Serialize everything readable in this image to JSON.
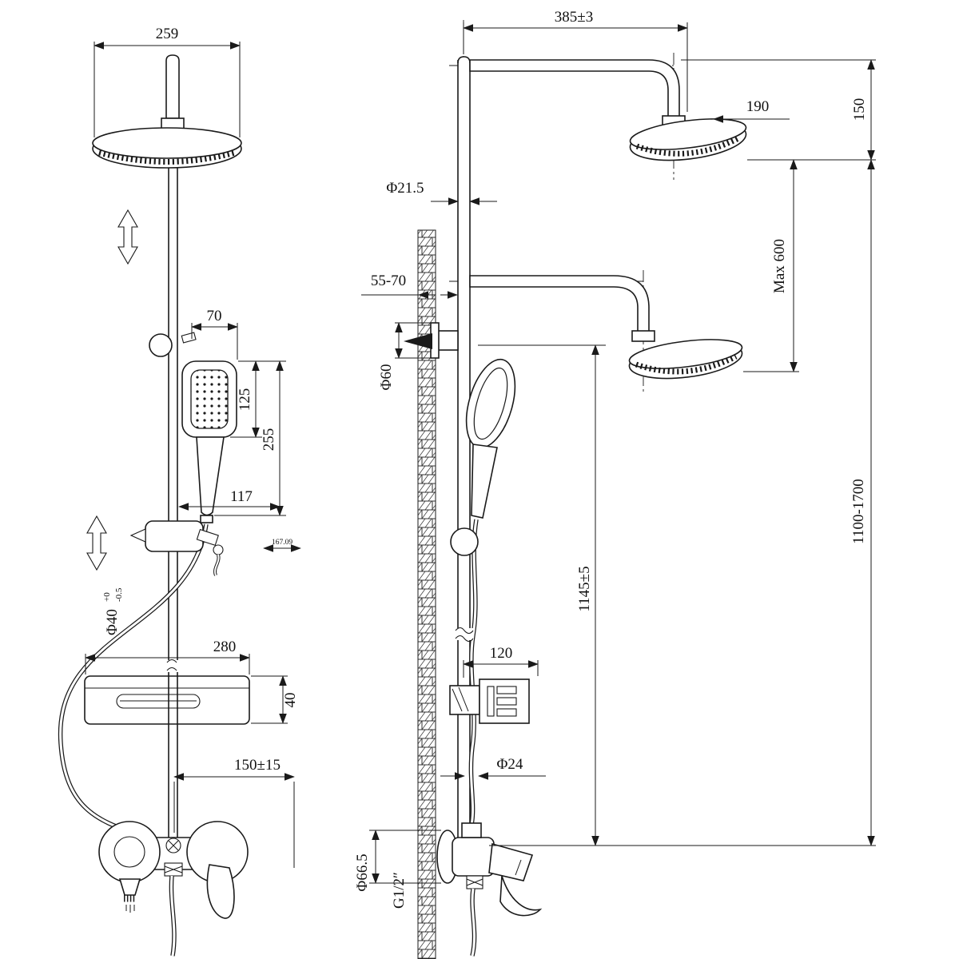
{
  "dims_left": {
    "head_width": "259",
    "handshower_offset": "70",
    "handshower_head": "125",
    "handshower_total": "255",
    "bracket_width": "117",
    "bracket_detail": "167.09",
    "column_dia": "Φ40",
    "column_dia_tol_upper": "+0",
    "column_dia_tol_lower": "-0.5",
    "shelf_width": "280",
    "shelf_depth": "40",
    "inlet_spacing": "150±15"
  },
  "dims_right": {
    "arm_length": "385±3",
    "head_dia": "190",
    "head_height": "150",
    "max_height": "Max 600",
    "pipe_dia": "Φ21.5",
    "wall_clearance": "55-70",
    "escutcheon_dia": "Φ60",
    "column_height": "1100-1700",
    "handset_height": "1145±5",
    "dish_width": "120",
    "hose_dia": "Φ24",
    "flange_dia": "Φ66.5",
    "thread_size": "G1/2″"
  }
}
